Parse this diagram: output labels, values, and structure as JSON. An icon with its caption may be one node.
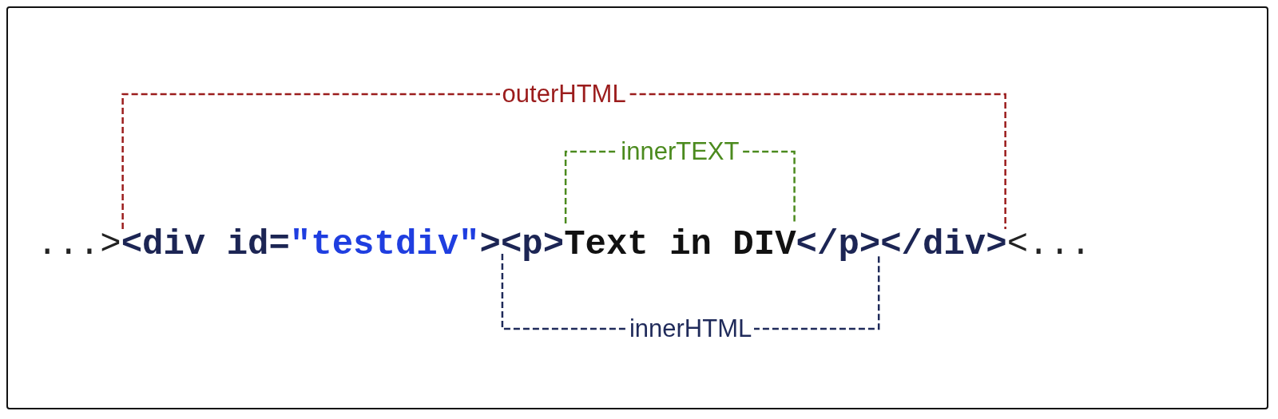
{
  "diagram": {
    "labels": [
      "outerHTML",
      "innerTEXT",
      "...>",
      "<div id=",
      "\"testdiv\"",
      ">",
      "<p>",
      "Text in DIV",
      "</p>",
      "</div>",
      "<...",
      "innerHTML"
    ]
  }
}
